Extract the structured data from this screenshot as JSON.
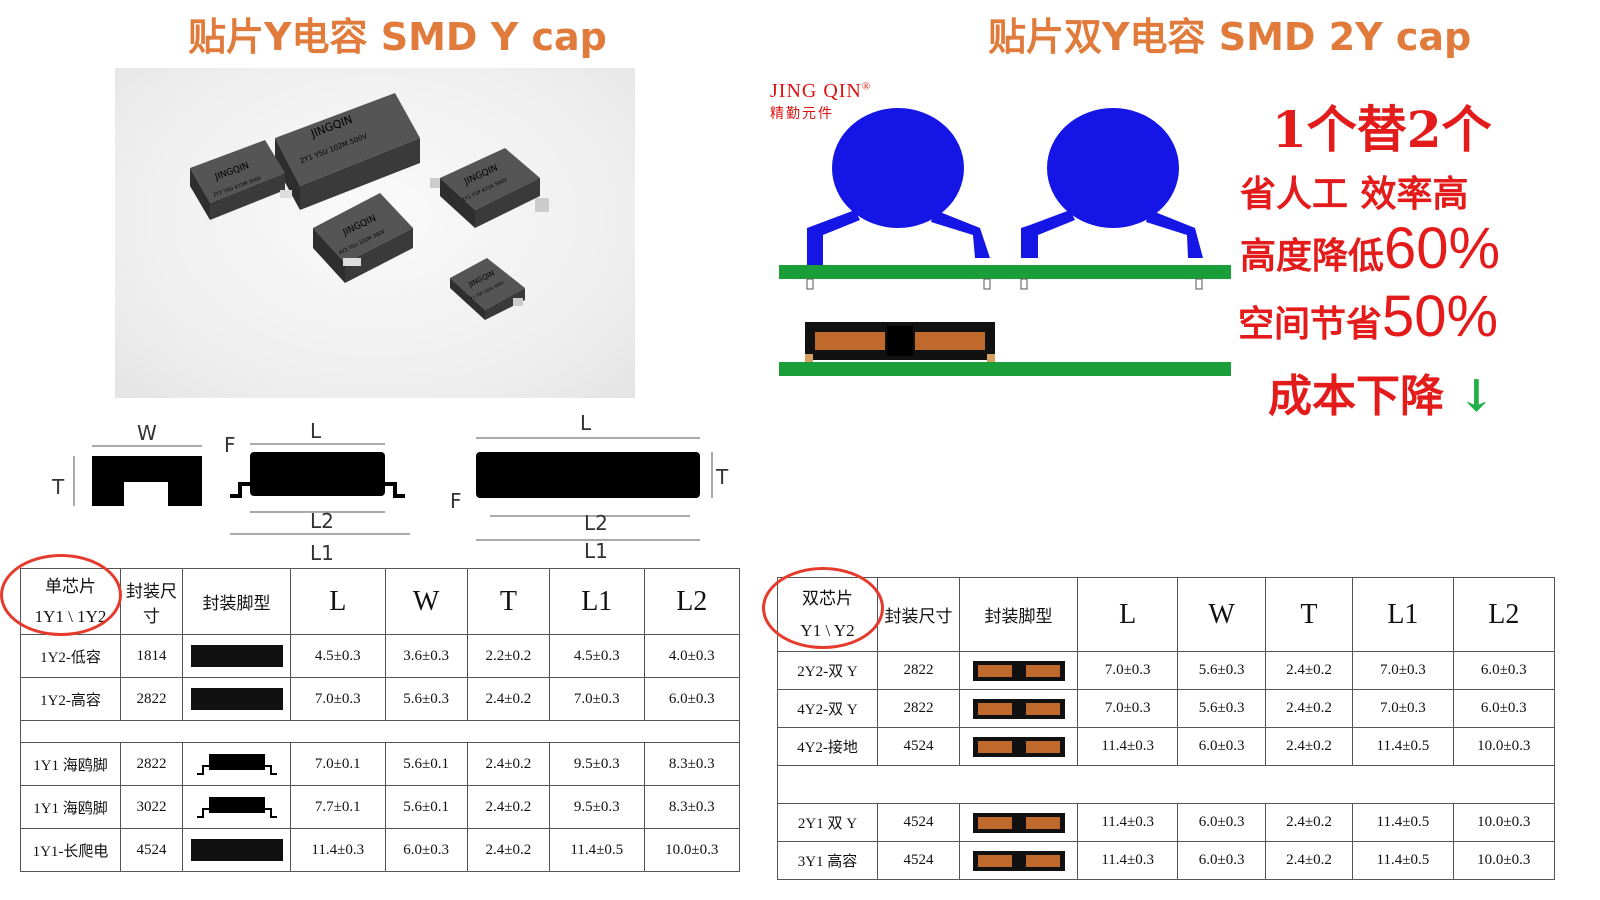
{
  "left": {
    "title": "贴片Y电容 SMD Y cap",
    "chips": [
      {
        "line1": "JINGQIN",
        "line2": "2Y1 Y5U 102M 500V"
      },
      {
        "line1": "JINGQIN",
        "line2": "2Y2 Y5U 471M 300V"
      },
      {
        "line1": "JINGQIN",
        "line2": "1Y1 Y5P 471K 500V"
      },
      {
        "line1": "JINGQIN",
        "line2": "4Y2 Y5U 102M 300V"
      },
      {
        "line1": "JINGQIN",
        "line2": "Y2 Y5P 101K 300V"
      }
    ],
    "dim_labels": {
      "W": "W",
      "T": "T",
      "L": "L",
      "F": "F",
      "L1": "L1",
      "L2": "L2"
    },
    "table": {
      "header": [
        "单芯片\n1Y1 \\ 1Y2",
        "封装尺寸",
        "封装脚型",
        "L",
        "W",
        "T",
        "L1",
        "L2"
      ],
      "rows": [
        [
          "1Y2-低容",
          "1814",
          "flat",
          "4.5±0.3",
          "3.6±0.3",
          "2.2±0.2",
          "4.5±0.3",
          "4.0±0.3"
        ],
        [
          "1Y2-高容",
          "2822",
          "flat",
          "7.0±0.3",
          "5.6±0.3",
          "2.4±0.2",
          "7.0±0.3",
          "6.0±0.3"
        ],
        [
          "1Y1 海鸥脚",
          "2822",
          "gull",
          "7.0±0.1",
          "5.6±0.1",
          "2.4±0.2",
          "9.5±0.3",
          "8.3±0.3"
        ],
        [
          "1Y1 海鸥脚",
          "3022",
          "gull",
          "7.7±0.1",
          "5.6±0.1",
          "2.4±0.2",
          "9.5±0.3",
          "8.3±0.3"
        ],
        [
          "1Y1-长爬电",
          "4524",
          "flat",
          "11.4±0.3",
          "6.0±0.3",
          "2.4±0.2",
          "11.4±0.5",
          "10.0±0.3"
        ]
      ]
    }
  },
  "right": {
    "title": "贴片双Y电容 SMD 2Y cap",
    "logo_main": "JING QIN",
    "logo_reg": "®",
    "logo_sub": "精勤元件",
    "slogans": {
      "s1": "1个替2个",
      "s2": "省人工 效率高",
      "s3_text": "高度降低",
      "s3_num": "60%",
      "s4_text": "空间节省",
      "s4_num": "50%",
      "s5": "成本下降",
      "s5_arrow": "↓"
    },
    "colors": {
      "blue_cap": "#1515e6",
      "pcb": "#1a9e3a",
      "slogan": "#e31b1b",
      "arrow": "#22b04a"
    },
    "table": {
      "header": [
        "双芯片\nY1 \\ Y2",
        "封装尺寸",
        "封装脚型",
        "L",
        "W",
        "T",
        "L1",
        "L2"
      ],
      "rows": [
        [
          "2Y2-双 Y",
          "2822",
          "dual",
          "7.0±0.3",
          "5.6±0.3",
          "2.4±0.2",
          "7.0±0.3",
          "6.0±0.3"
        ],
        [
          "4Y2-双 Y",
          "2822",
          "dual",
          "7.0±0.3",
          "5.6±0.3",
          "2.4±0.2",
          "7.0±0.3",
          "6.0±0.3"
        ],
        [
          "4Y2-接地",
          "4524",
          "dual",
          "11.4±0.3",
          "6.0±0.3",
          "2.4±0.2",
          "11.4±0.5",
          "10.0±0.3"
        ],
        [
          "2Y1 双 Y",
          "4524",
          "dual",
          "11.4±0.3",
          "6.0±0.3",
          "2.4±0.2",
          "11.4±0.5",
          "10.0±0.3"
        ],
        [
          "3Y1 高容",
          "4524",
          "dual",
          "11.4±0.3",
          "6.0±0.3",
          "2.4±0.2",
          "11.4±0.5",
          "10.0±0.3"
        ]
      ]
    }
  }
}
